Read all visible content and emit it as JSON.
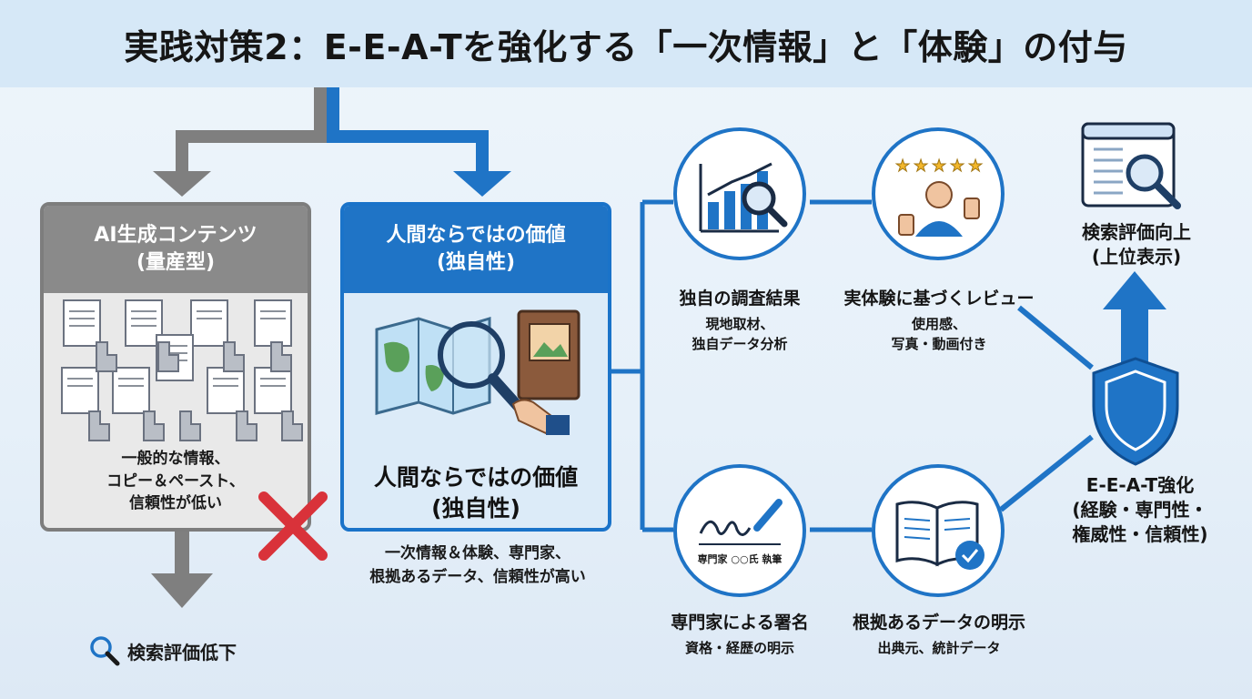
{
  "title": "実践対策2：E-E-A-Tを強化する「一次情報」と「体験」の付与",
  "ai_panel": {
    "heading_line1": "AI生成コンテンツ",
    "heading_line2": "(量産型)",
    "desc_line1": "一般的な情報、",
    "desc_line2": "コピー＆ペースト、",
    "desc_line3": "信頼性が低い"
  },
  "ai_result": "検索評価低下",
  "human_panel": {
    "heading_line1": "人間ならではの価値",
    "heading_line2": "(独自性)",
    "big_line1": "人間ならではの価値",
    "big_line2": "(独自性)",
    "desc_line1": "一次情報＆体験、専門家、",
    "desc_line2": "根拠あるデータ、信頼性が高い"
  },
  "nodes": {
    "research": {
      "title": "独自の調査結果",
      "sub1": "現地取材、",
      "sub2": "独自データ分析"
    },
    "review": {
      "title": "実体験に基づくレビュー",
      "sub1": "使用感、",
      "sub2": "写真・動画付き"
    },
    "signature": {
      "title": "専門家による署名",
      "sub": "資格・経歴の明示",
      "sig_text": "専門家 ○○氏 執筆"
    },
    "data": {
      "title": "根拠あるデータの明示",
      "sub": "出典元、統計データ"
    }
  },
  "eeat": {
    "line1": "E-E-A-T強化",
    "line2": "(経験・専門性・",
    "line3": "権威性・信頼性)"
  },
  "search_up": {
    "line1": "検索評価向上",
    "line2": "(上位表示)"
  },
  "colors": {
    "blue": "#1f74c6",
    "gray": "#8a8a8a",
    "red": "#d9323a",
    "title_bg": "#d6e8f7"
  },
  "icons": [
    "documents-icon",
    "robot-hand-icon",
    "cross-mark-icon",
    "search-icon",
    "map-icon",
    "magnifier-icon",
    "book-icon",
    "bar-chart-icon",
    "thumbs-up-person-icon",
    "star-icon",
    "pen-signature-icon",
    "open-book-check-icon",
    "shield-icon",
    "browser-search-icon",
    "up-arrow-icon"
  ]
}
